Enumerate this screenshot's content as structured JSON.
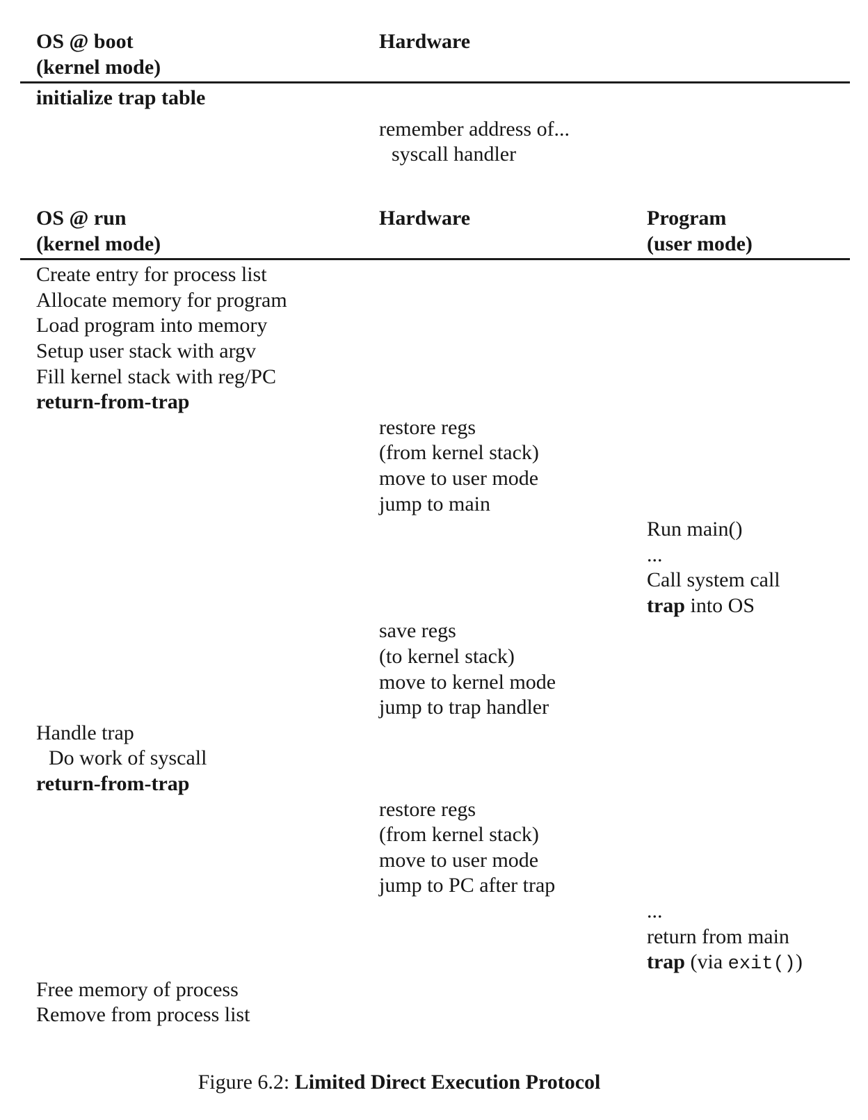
{
  "page": {
    "background_color": "#ffffff",
    "text_color": "#161616"
  },
  "boot_section": {
    "os_header": {
      "title": "OS @ boot",
      "mode": "(kernel mode)"
    },
    "hardware_header": {
      "title": "Hardware"
    },
    "os_steps": {
      "initialize": "initialize trap table"
    },
    "hardware_steps": {
      "remember": "remember address of...",
      "handler": "syscall handler"
    }
  },
  "run_section": {
    "os_header": {
      "title": "OS @ run",
      "mode": "(kernel mode)"
    },
    "hardware_header": {
      "title": "Hardware"
    },
    "program_header": {
      "title": "Program",
      "mode": "(user mode)"
    },
    "os_create": {
      "l1": "Create entry for process list",
      "l2": "Allocate memory for program",
      "l3": "Load program into memory",
      "l4": "Setup user stack with argv",
      "l5": "Fill kernel stack with reg/PC",
      "l6": "return-from-trap"
    },
    "hw_restore1": {
      "l1": "restore regs",
      "l2": "(from kernel stack)",
      "l3": "move to user mode",
      "l4": "jump to main"
    },
    "prog_run": {
      "l1": "Run main()",
      "l2": "...",
      "l3": "Call system call",
      "l4_bold": "trap",
      "l4_rest": " into OS"
    },
    "hw_save": {
      "l1": "save regs",
      "l2": "(to kernel stack)",
      "l3": "move to kernel mode",
      "l4": "jump to trap handler"
    },
    "os_handle": {
      "l1": "Handle trap",
      "l2": "Do work of syscall",
      "l3": "return-from-trap"
    },
    "hw_restore2": {
      "l1": "restore regs",
      "l2": "(from kernel stack)",
      "l3": "move to user mode",
      "l4": "jump to PC after trap"
    },
    "prog_exit": {
      "l1": "...",
      "l2": "return from main",
      "l3_bold": "trap",
      "l3_mid": " (via ",
      "l3_code": "exit()",
      "l3_end": ")"
    },
    "os_cleanup": {
      "l1": "Free memory of process",
      "l2": "Remove from process list"
    }
  },
  "caption": {
    "prefix": "Figure 6.2: ",
    "title": "Limited Direct Execution Protocol"
  }
}
